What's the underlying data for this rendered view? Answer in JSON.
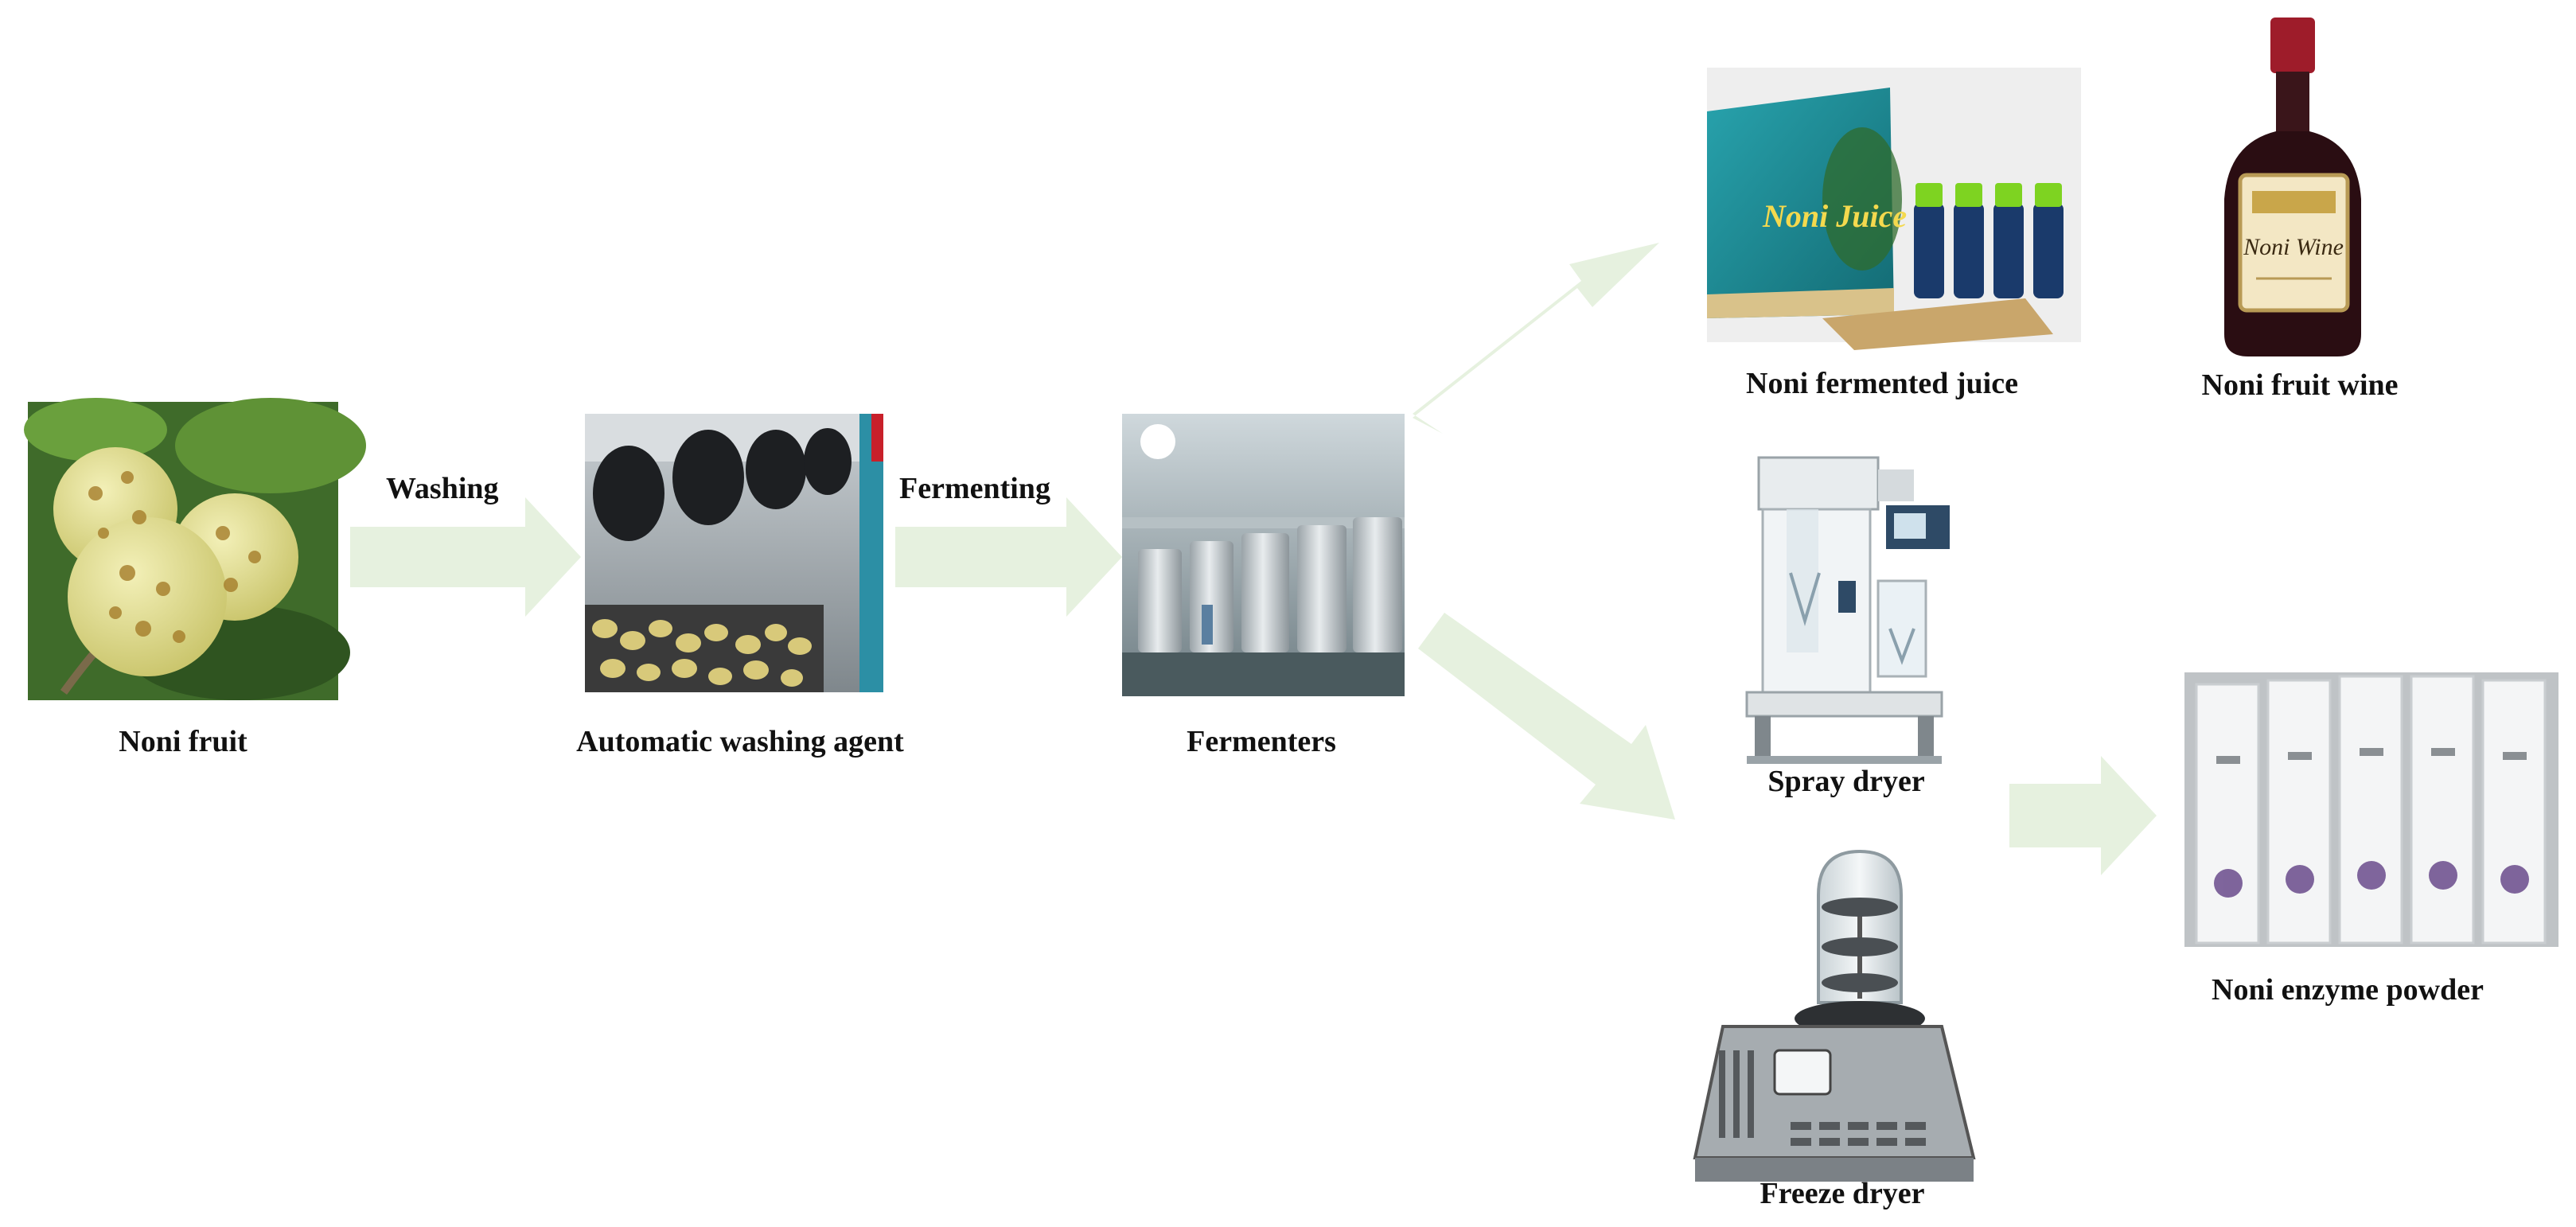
{
  "diagram": {
    "nodes": {
      "noni_fruit": "Noni fruit",
      "washer": "Automatic washing agent",
      "fermenters": "Fermenters",
      "juice": "Noni fermented juice",
      "wine": "Noni fruit wine",
      "spray_dryer": "Spray dryer",
      "freeze_dryer": "Freeze dryer",
      "powder": "Noni enzyme powder"
    },
    "edges": {
      "washing": "Washing",
      "fermenting": "Fermenting"
    },
    "product_text": {
      "juice_box": "Noni Juice",
      "wine_bottle": "Noni Wine"
    },
    "colors": {
      "arrow": "#e6f1df",
      "juice_box": "#1f8f99",
      "bottle_cap": "#7ed321",
      "wine": "#2a0d12",
      "wine_cap": "#9e1c2a"
    }
  }
}
